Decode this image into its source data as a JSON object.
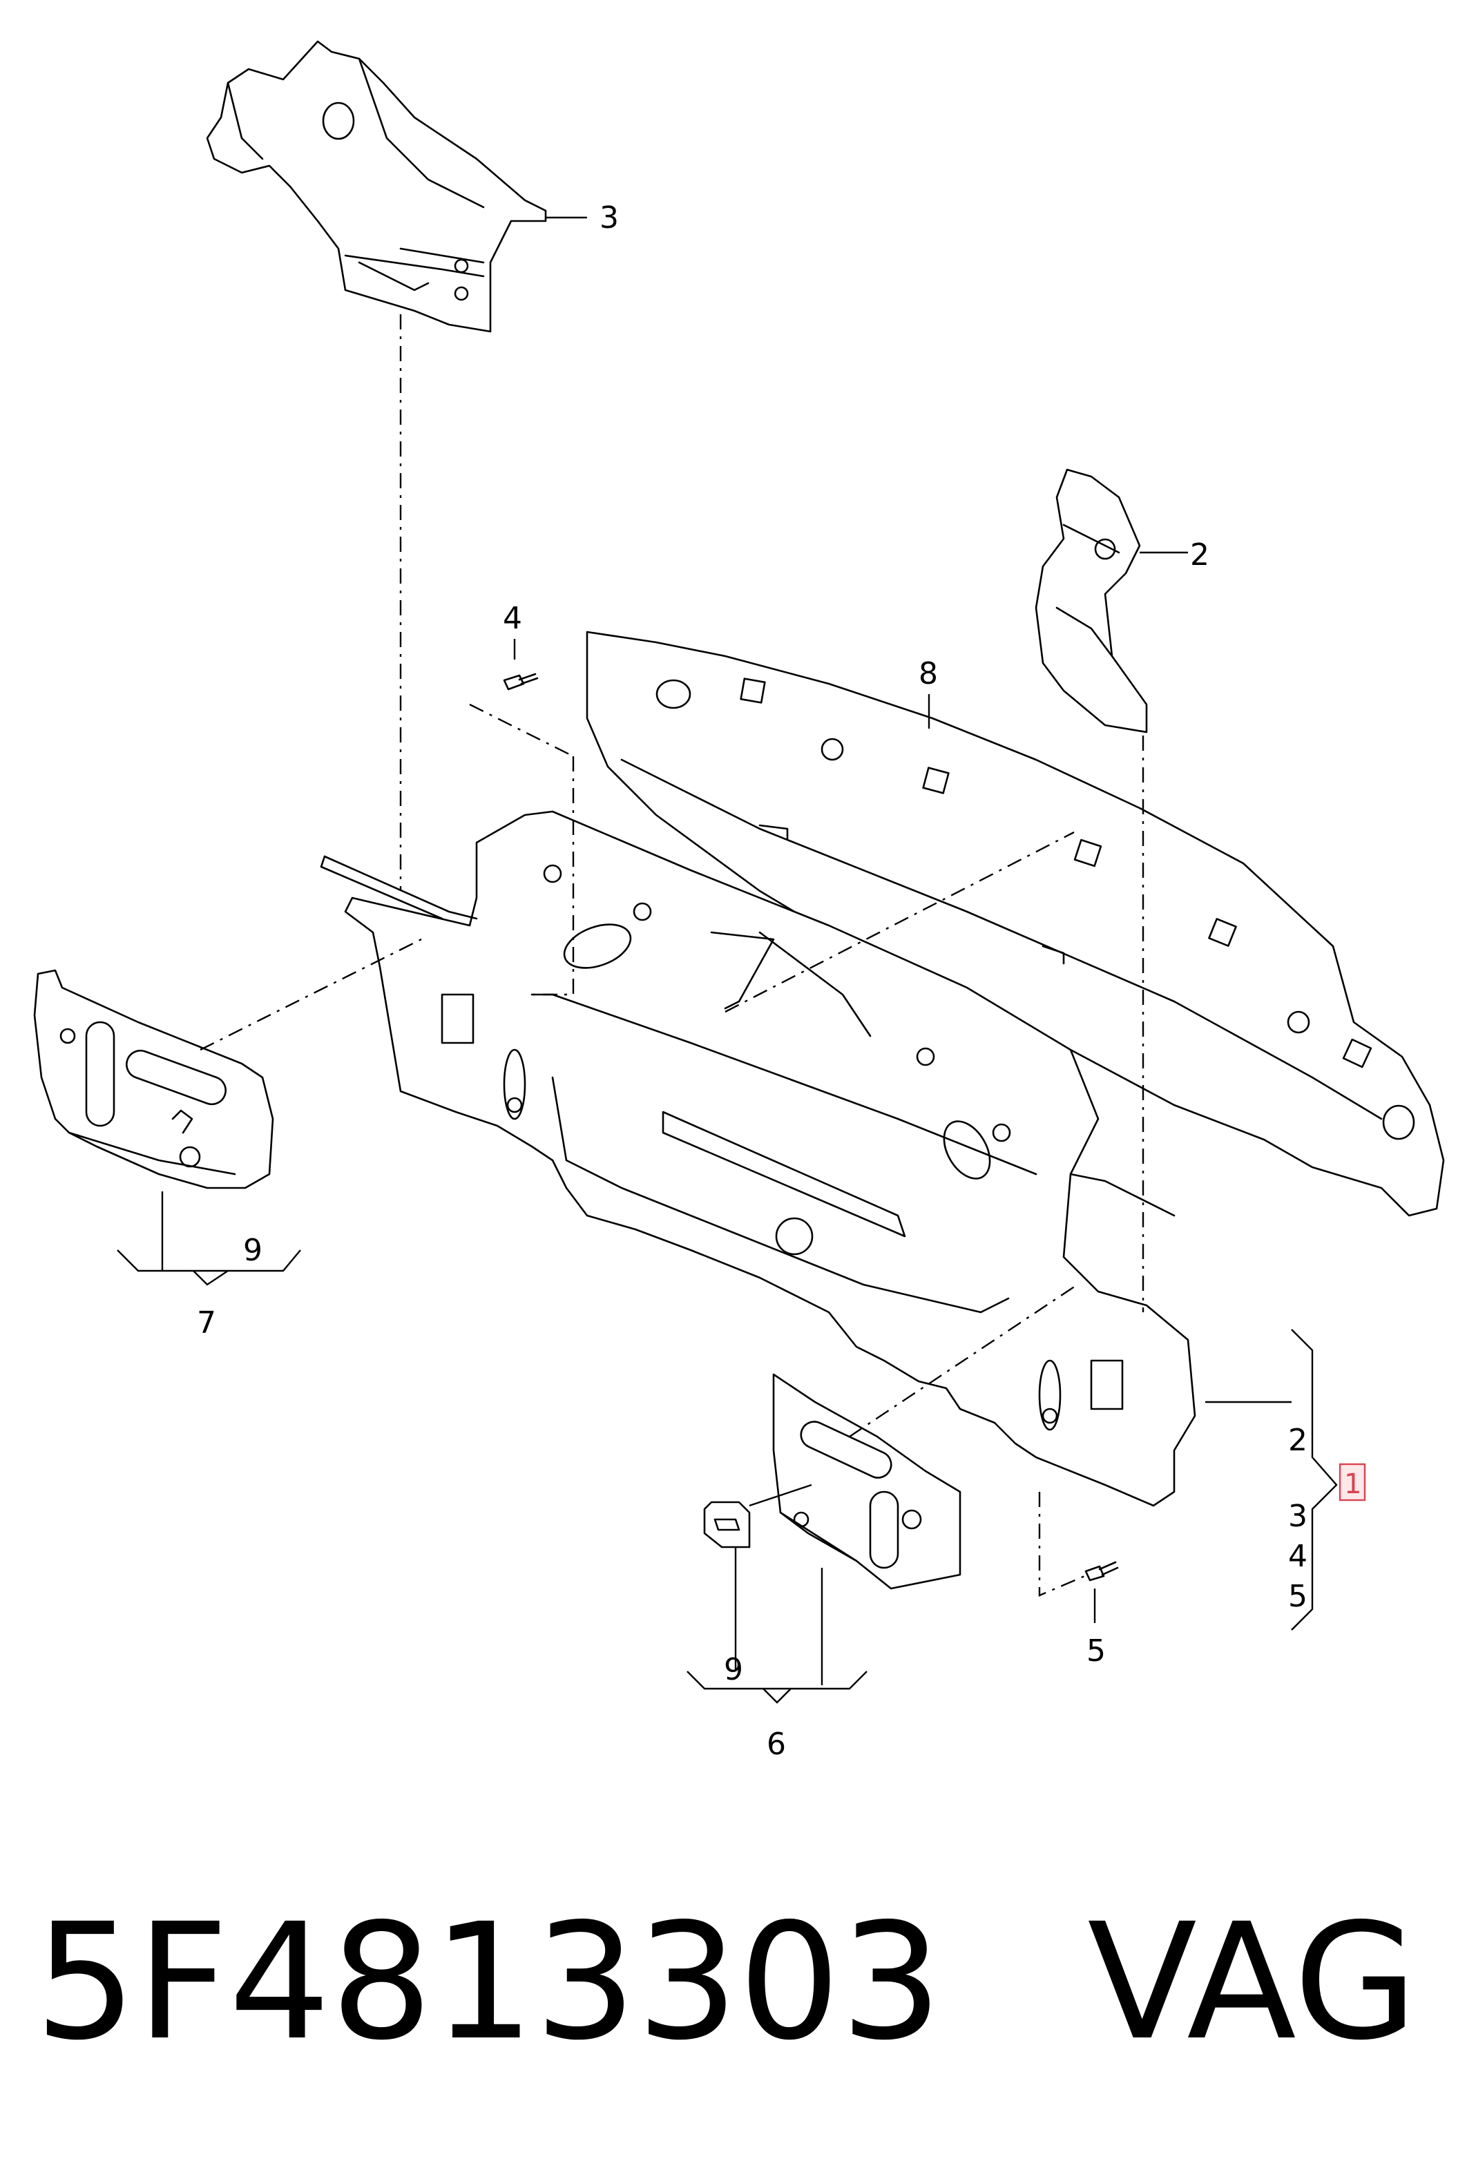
{
  "callouts": {
    "c2": "2",
    "c3": "3",
    "c4": "4",
    "c5": "5",
    "c6": "6",
    "c7": "7",
    "c8": "8",
    "c9a": "9",
    "c9b": "9",
    "g2": "2",
    "g1": "1",
    "g3": "3",
    "g4": "4",
    "g5": "5"
  },
  "footer": {
    "part_number": "5F4813303",
    "brand": "VAG"
  },
  "colors": {
    "line": "#000000",
    "highlight": "#d9434f"
  }
}
